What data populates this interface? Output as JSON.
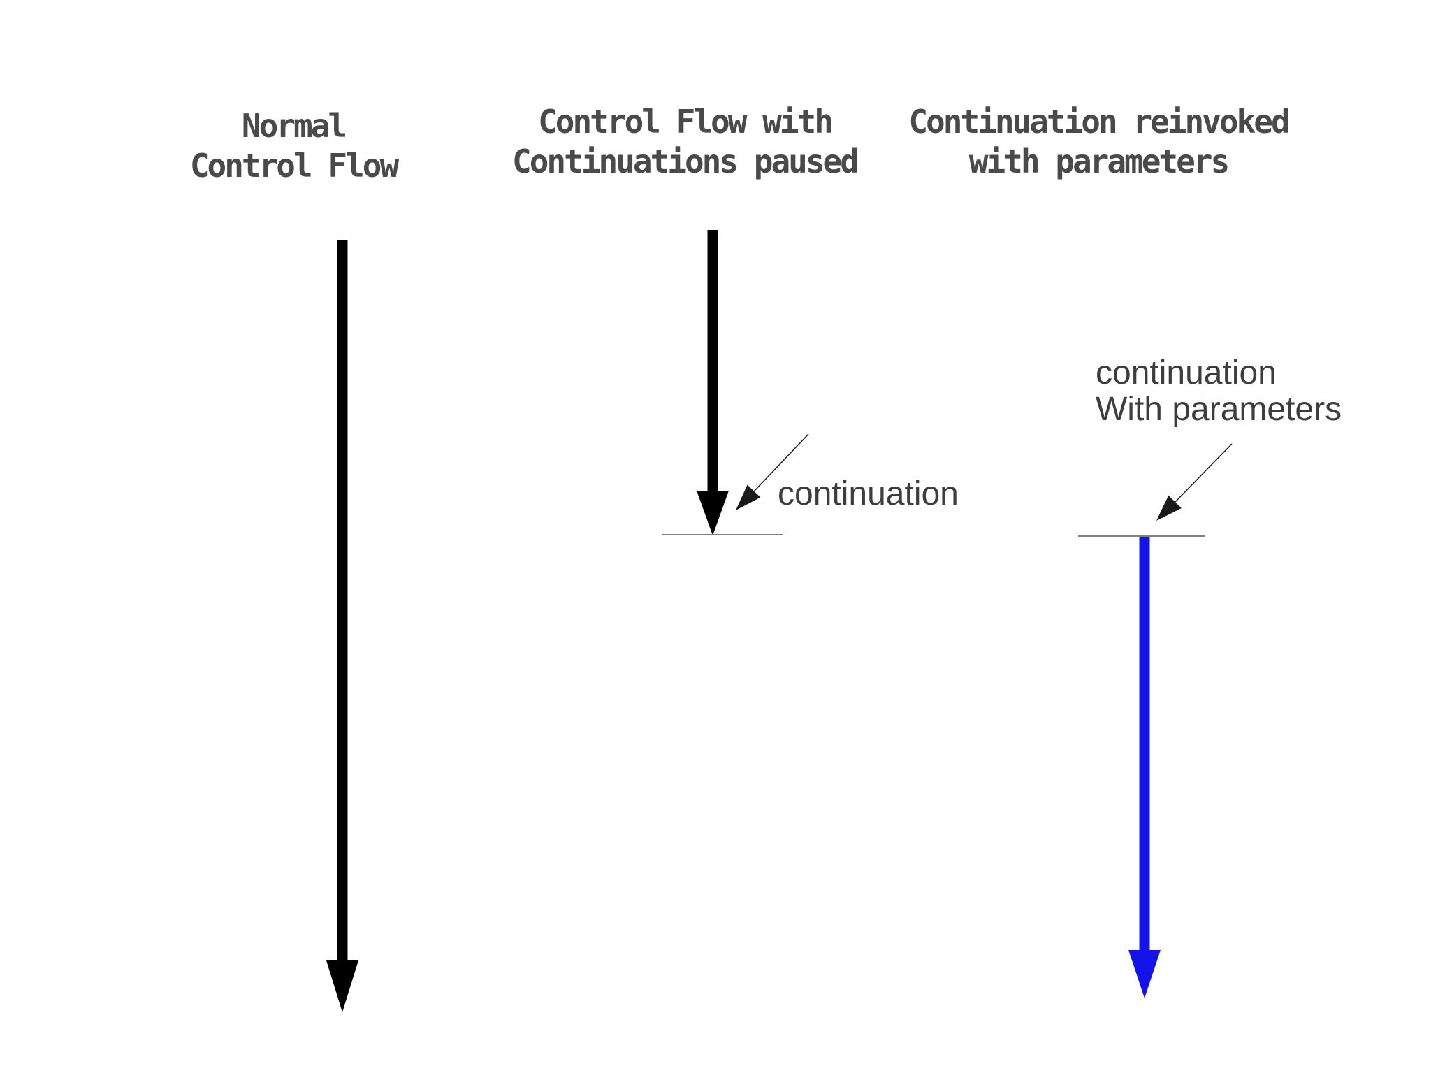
{
  "titles": {
    "normal": "Normal\nControl Flow",
    "paused": "Control Flow with\nContinuations paused",
    "reinvoked": "Continuation reinvoked\nwith parameters"
  },
  "labels": {
    "continuation": "continuation",
    "continuation_with_parameters": "continuation\nWith parameters"
  },
  "colors": {
    "arrow_black": "#000000",
    "arrow_blue": "#1414e8",
    "pause_line": "#808080",
    "thin_arrow": "#1a1a1a",
    "title_text": "#4a4a4a",
    "label_text": "#3d3d3d",
    "background": "#ffffff"
  }
}
